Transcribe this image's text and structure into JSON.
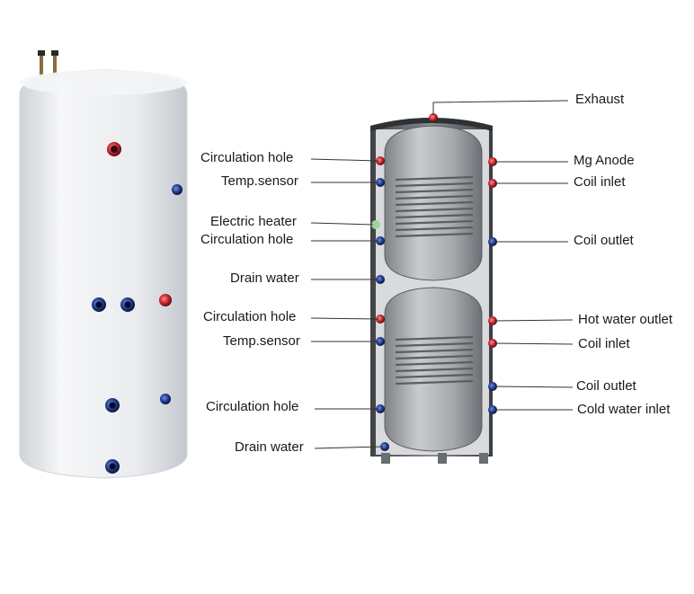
{
  "labels": {
    "exhaust": "Exhaust",
    "left": [
      "Circulation hole",
      "Temp.sensor",
      "Electric heater",
      "Circulation hole",
      "Drain water",
      "Circulation hole",
      "Temp.sensor",
      "Circulation hole",
      "Drain water"
    ],
    "right": [
      "Mg Anode",
      "Coil inlet",
      "Coil outlet",
      "Hot water outlet",
      "Coil inlet",
      "Coil outlet",
      "Cold water inlet"
    ]
  },
  "colors": {
    "tank_body": "#eef0f2",
    "port_hot": "#c0262c",
    "port_cold": "#1f3a8a",
    "inner_steel": "#9a9da1",
    "outer_shell": "#5c5f63",
    "leader_line": "#333333"
  }
}
